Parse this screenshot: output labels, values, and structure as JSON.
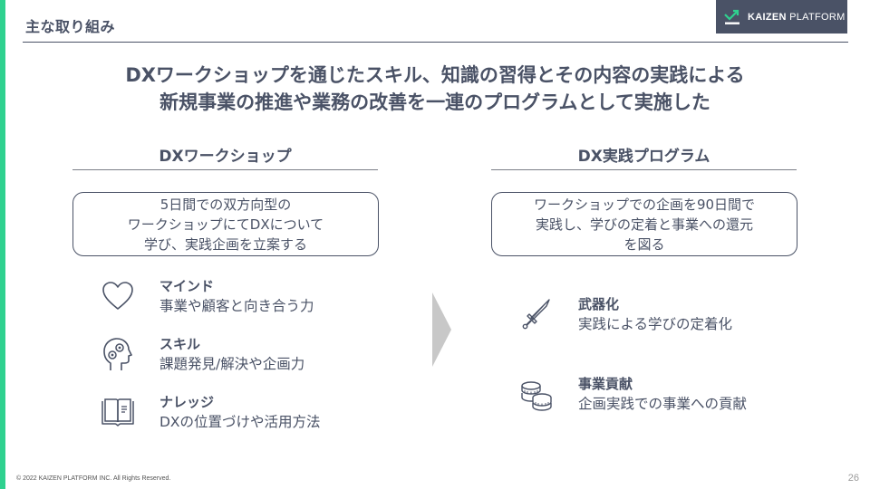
{
  "slide": {
    "title": "主な取り組み",
    "accent_color": "#2fd18f",
    "text_color": "#4a5266",
    "logo": {
      "brand_bold": "KAIZEN",
      "brand_regular": "PLATFORM",
      "background": "#4a5266",
      "icon": "trend-up-check-icon"
    },
    "headline": {
      "line1": "DXワークショップを通じたスキル、知識の習得とその内容の実践による",
      "line2": "新規事業の推進や業務の改善を一連のプログラムとして実施した"
    },
    "left_column": {
      "title": "DXワークショップ",
      "description": [
        "5日間での双方向型の",
        "ワークショップにてDXについて",
        "学び、実践企画を立案する"
      ],
      "items": [
        {
          "icon": "heart-icon",
          "title": "マインド",
          "desc": "事業や顧客と向き合う力"
        },
        {
          "icon": "head-gears-icon",
          "title": "スキル",
          "desc": "課題発見/解決や企画力"
        },
        {
          "icon": "open-book-icon",
          "title": "ナレッジ",
          "desc": "DXの位置づけや活用方法"
        }
      ]
    },
    "flow_arrow": {
      "icon": "chevron-right-arrow",
      "color": "#c8c8c8"
    },
    "right_column": {
      "title": "DX実践プログラム",
      "description": [
        "ワークショップでの企画を90日間で",
        "実践し、学びの定着と事業への還元",
        "を図る"
      ],
      "items": [
        {
          "icon": "sword-icon",
          "title": "武器化",
          "desc": "実践による学びの定着化"
        },
        {
          "icon": "coins-icon",
          "title": "事業貢献",
          "desc": "企画実践での事業への貢献"
        }
      ]
    },
    "footer": {
      "copyright": "© 2022 KAIZEN PLATFORM INC. All Rights Reserved.",
      "page_number": "26"
    }
  }
}
